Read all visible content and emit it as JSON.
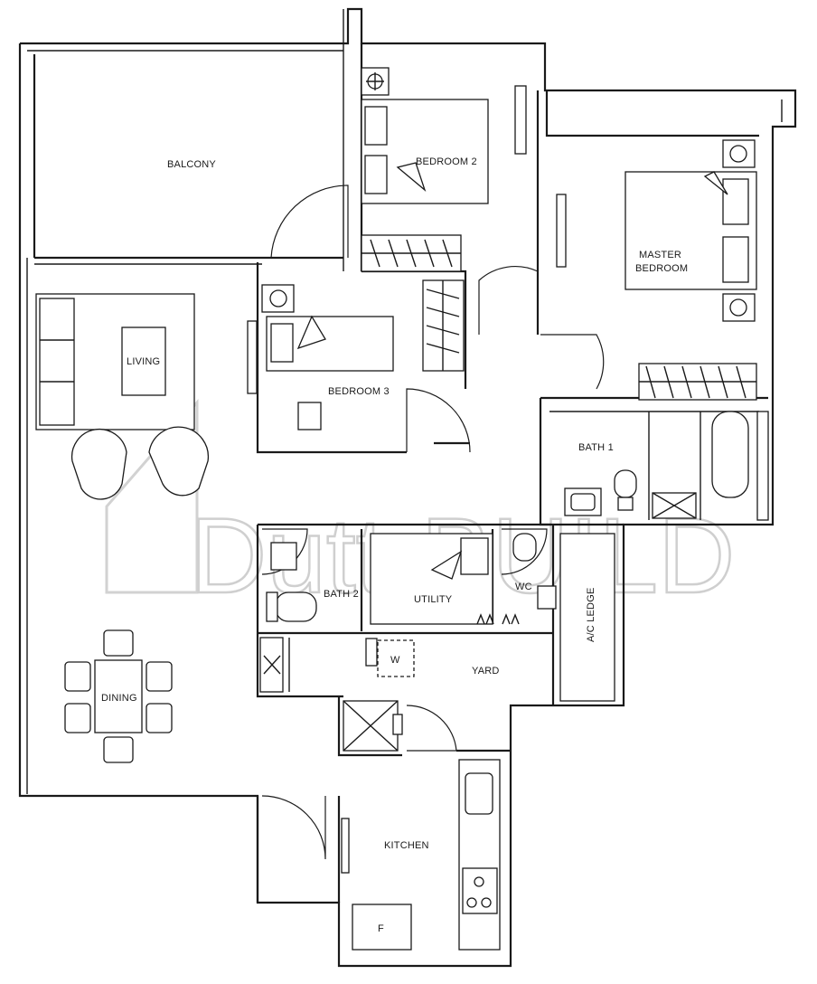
{
  "rooms": {
    "balcony": "BALCONY",
    "bedroom2": "BEDROOM 2",
    "master_line1": "MASTER",
    "master_line2": "BEDROOM",
    "living": "LIVING",
    "bedroom3": "BEDROOM 3",
    "bath1": "BATH 1",
    "bath2": "BATH 2",
    "utility": "UTILITY",
    "wc": "WC",
    "ac_ledge": "A/C LEDGE",
    "yard": "YARD",
    "dining": "DINING",
    "kitchen": "KITCHEN",
    "fridge": "F",
    "washer": "W"
  },
  "watermark": "DuttrBUILD"
}
